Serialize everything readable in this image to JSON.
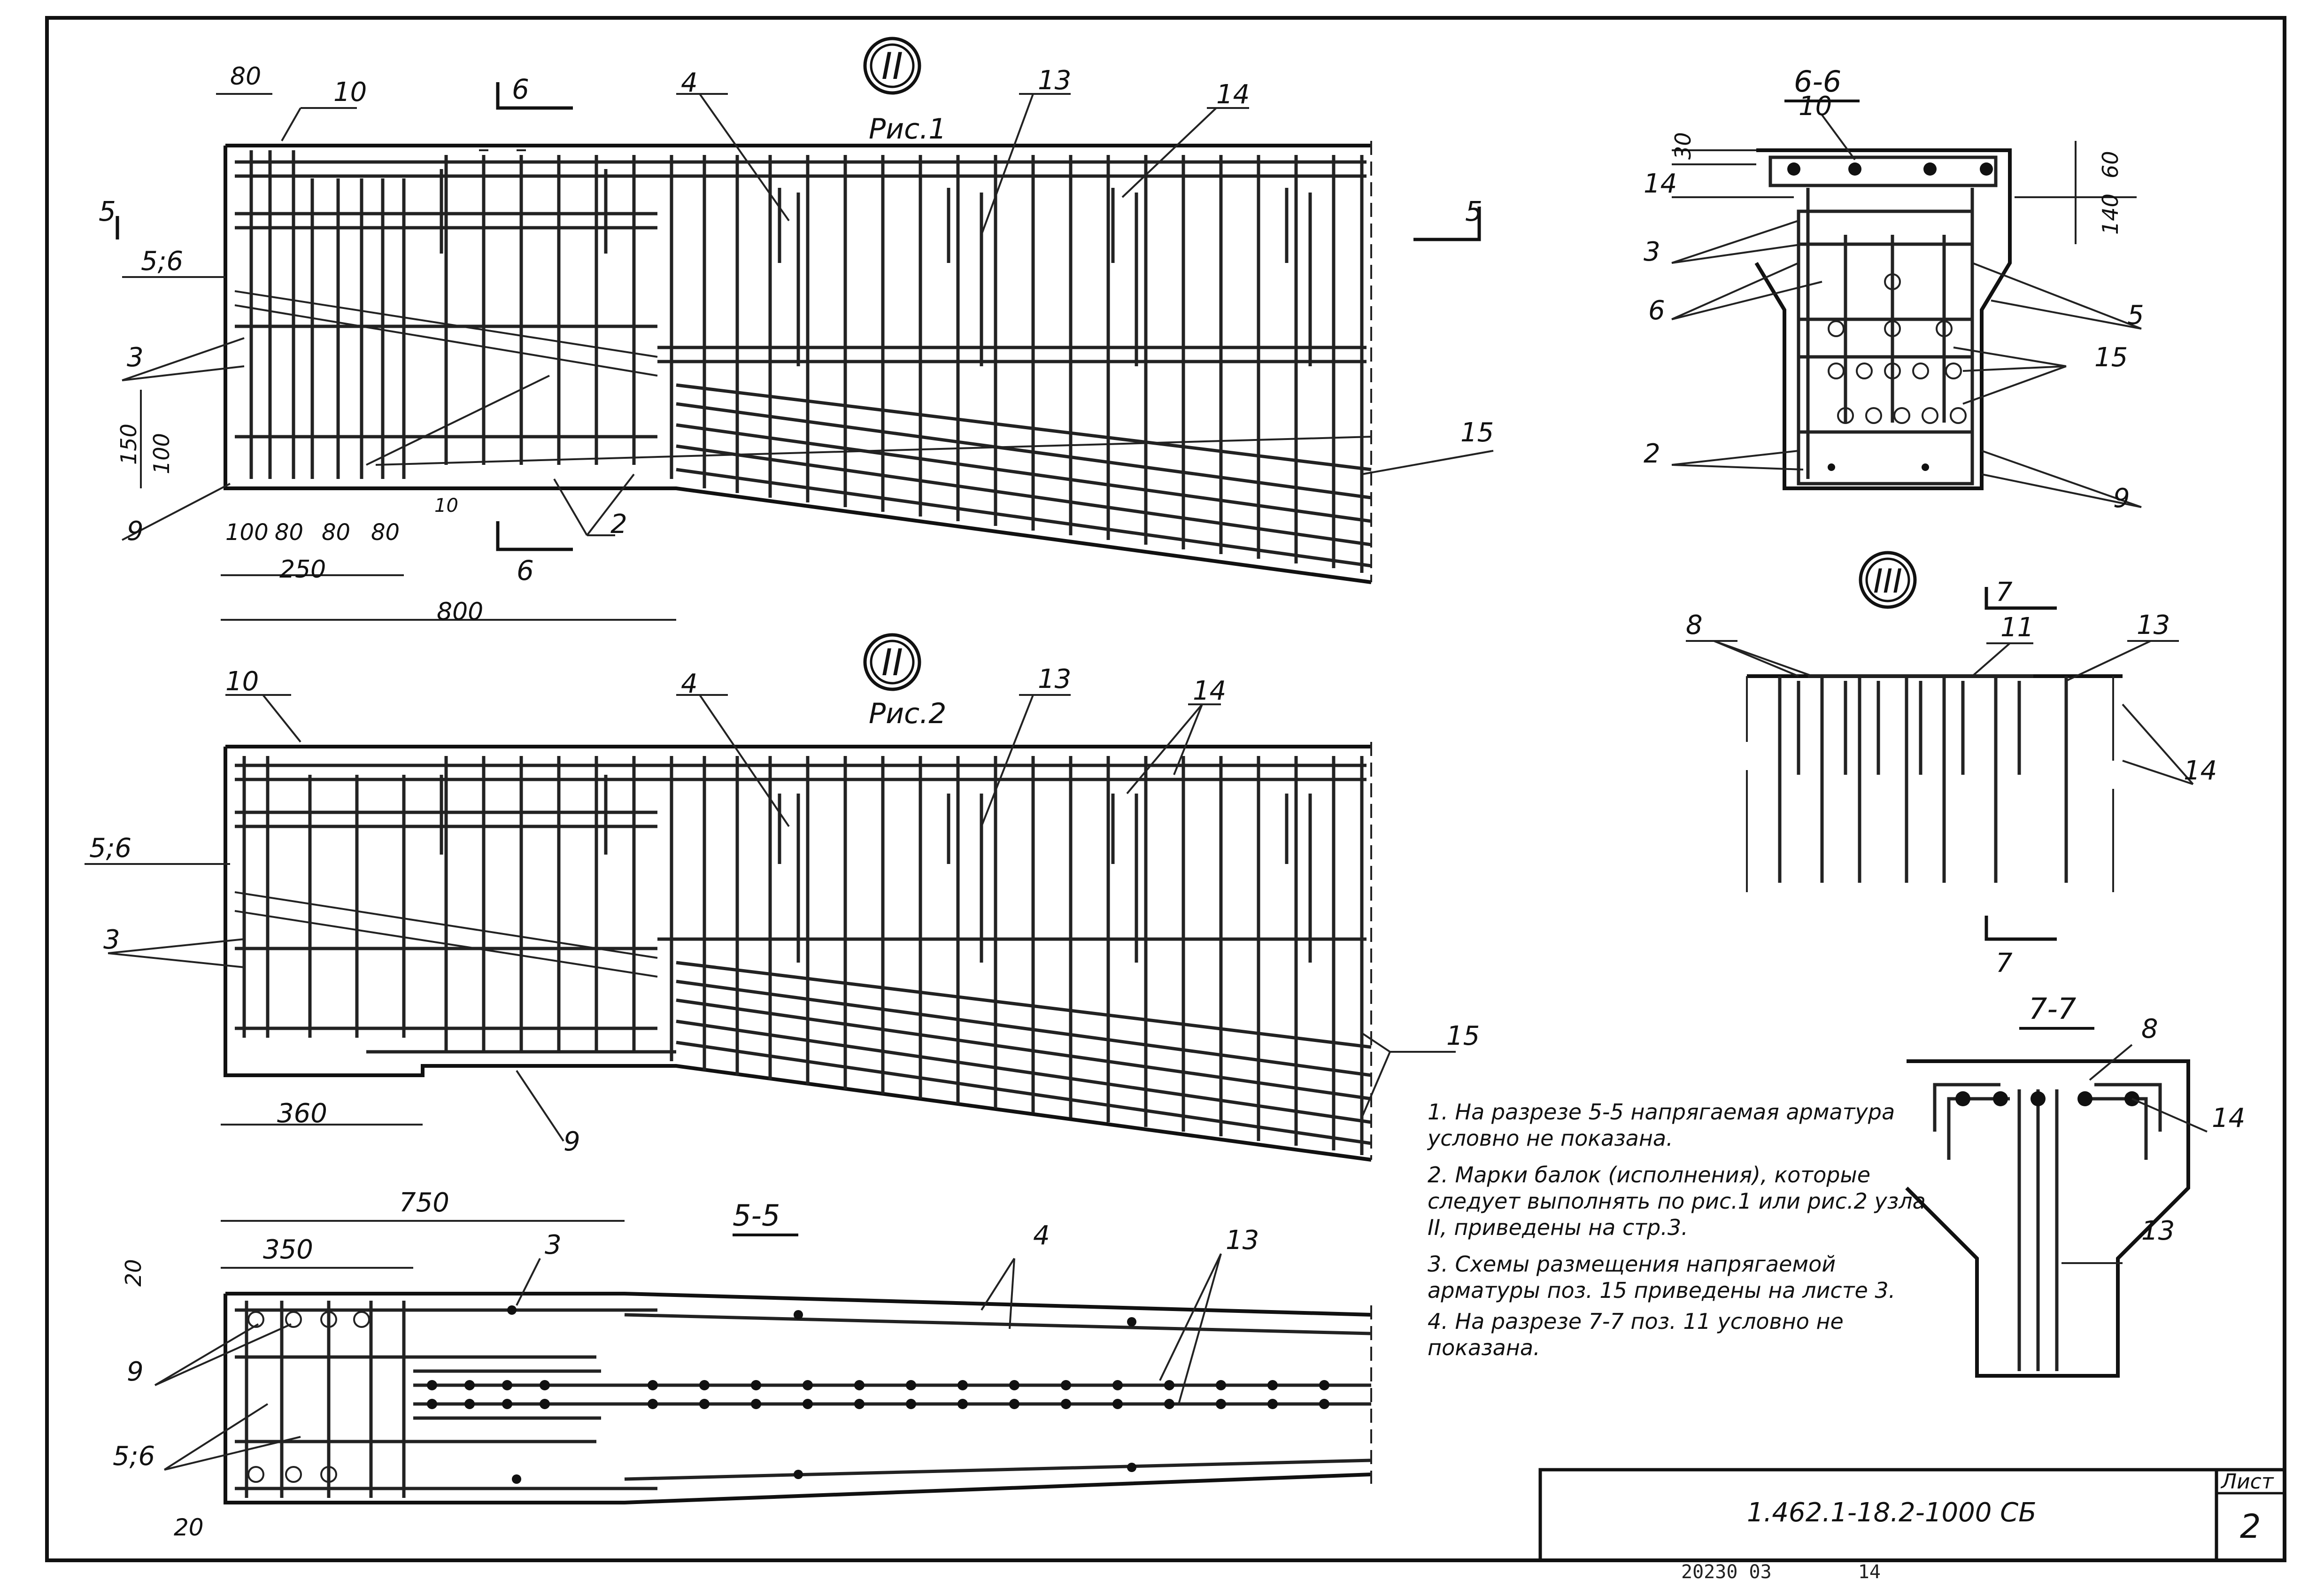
{
  "views": {
    "node2_fig1": {
      "node_mark": "II",
      "fig_label": "Рис.1",
      "dims": [
        "80",
        "150",
        "100",
        "100",
        "80",
        "80",
        "80",
        "250",
        "800",
        "10"
      ],
      "section_marks": [
        "5",
        "5",
        "6",
        "6"
      ],
      "callouts": [
        "10",
        "4",
        "13",
        "14",
        "5;6",
        "3",
        "9",
        "2",
        "15"
      ]
    },
    "node2_fig2": {
      "node_mark": "II",
      "fig_label": "Рис.2",
      "dims": [
        "360"
      ],
      "callouts": [
        "10",
        "4",
        "13",
        "14",
        "5;6",
        "3",
        "9",
        "15"
      ]
    },
    "section_5_5": {
      "title": "5-5",
      "dims": [
        "750",
        "350",
        "20",
        "20"
      ],
      "callouts": [
        "3",
        "4",
        "13",
        "9",
        "5;6"
      ]
    },
    "section_6_6": {
      "title": "6-6",
      "dims": [
        "30",
        "60",
        "140"
      ],
      "callouts": [
        "10",
        "14",
        "3",
        "6",
        "5",
        "15",
        "2",
        "9"
      ]
    },
    "node3": {
      "node_mark": "III",
      "section_marks": [
        "7",
        "7"
      ],
      "callouts": [
        "8",
        "11",
        "13",
        "14"
      ]
    },
    "section_7_7": {
      "title": "7-7",
      "callouts": [
        "8",
        "14",
        "13"
      ]
    }
  },
  "notes": [
    "1. На разрезе 5-5 напрягаемая арматура условно не показана.",
    "2. Марки балок (исполнения), которые следует выполнять по рис.1 или рис.2 узла II, приведены на стр.3.",
    "3. Схемы размещения напрягаемой арматуры поз. 15 приведены на листе 3.",
    "4. На разрезе 7-7 поз. 11 условно не показана."
  ],
  "title_block": {
    "designation": "1.462.1-18.2-1000 СБ",
    "sheet_label": "Лист",
    "sheet_number": "2"
  },
  "footer": {
    "archive_number": "20230 03",
    "page_number": "14"
  }
}
